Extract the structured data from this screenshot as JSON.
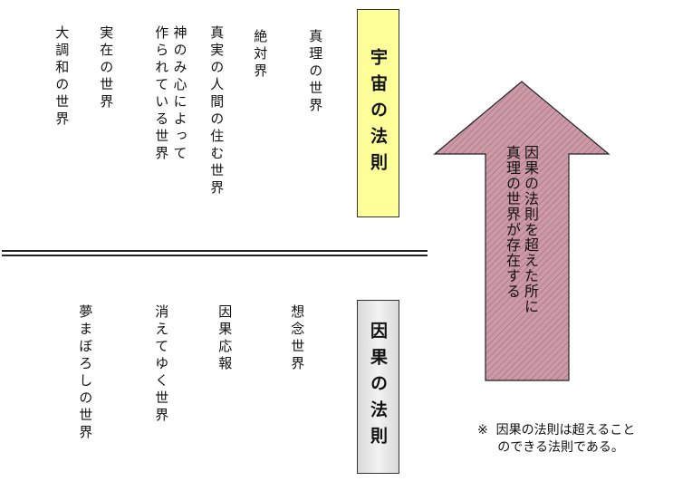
{
  "upper_labels": [
    {
      "text": "真理の世界"
    },
    {
      "text": "絶対界"
    },
    {
      "text": "真実の人間の住む世界"
    },
    {
      "text": "神のみ心によって\n作られている世界"
    },
    {
      "text": "実在の世界"
    },
    {
      "text": "大調和の世界"
    }
  ],
  "lower_labels": [
    {
      "text": "想念世界"
    },
    {
      "text": "因果応報"
    },
    {
      "text": "消えてゆく世界"
    },
    {
      "text": "夢まぼろしの世界"
    }
  ],
  "box_top": "宇宙の法則",
  "box_bottom": "因果の法則",
  "arrow_text": "因果の法則を超えた所に\n真理の世界が存在する",
  "note": "※  因果の法則は超えること\n     のできる法則である。",
  "colors": {
    "box_top_fill": "#ffff99",
    "arrow_fill": "#cc99a6",
    "box_bottom_fill": "#e0e0e0"
  }
}
